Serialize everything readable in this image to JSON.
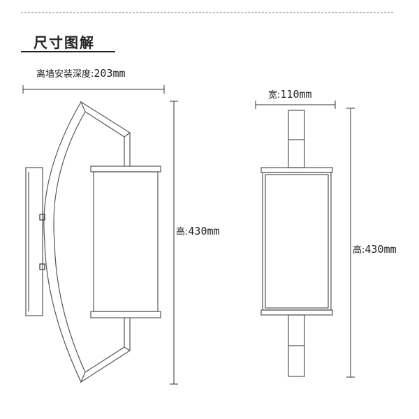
{
  "header": {
    "title": "尺寸图解"
  },
  "dimensions": {
    "depth_label": "离墙安装深度:",
    "depth_value": "203mm",
    "width_label": "宽:",
    "width_value": "110mm",
    "height_side_label": "高:",
    "height_side_value": "430mm",
    "height_front_label": "高:",
    "height_front_value": "430mm"
  },
  "colors": {
    "line": "#444444",
    "frame": "#555555",
    "text": "#222222",
    "accent": "#333333"
  }
}
